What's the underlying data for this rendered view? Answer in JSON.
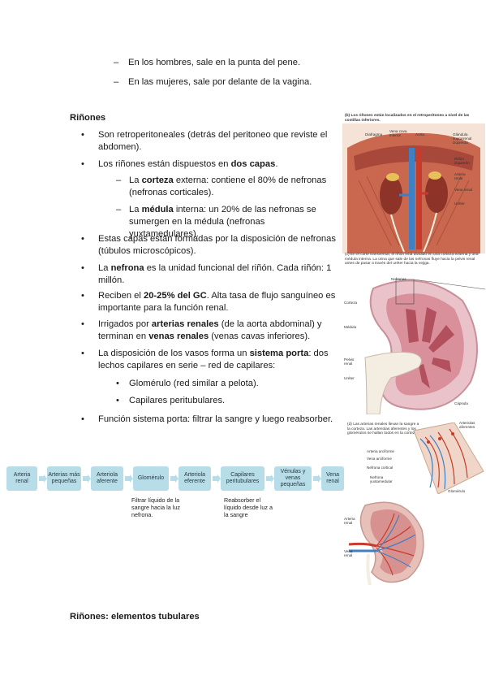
{
  "top_list": [
    "En los hombres, sale en la punta del pene.",
    "En las mujeres, sale por delante de la vagina."
  ],
  "section1_title": "Riñones",
  "b1": "Son retroperitoneales (detrás del peritoneo que reviste el abdomen).",
  "b2_pre": "Los riñones están dispuestos en ",
  "b2_bold": "dos capas",
  "b2_post": ".",
  "s1_pre": "La ",
  "s1_bold": "corteza",
  "s1_post": " externa: contiene el 80% de nefronas (nefronas corticales).",
  "s2_pre": "La ",
  "s2_bold": "médula",
  "s2_post": " interna: un 20% de las nefronas se sumergen en la médula (nefronas yuxtamedulares).",
  "b3": "Estas capas están formadas por la disposición de nefronas (túbulos microscópicos).",
  "b4_pre": "La ",
  "b4_bold": "nefrona",
  "b4_post": " es la unidad funcional del riñón. Cada riñón: 1 millón.",
  "b5_pre": "Reciben el ",
  "b5_bold": "20-25% del GC",
  "b5_post": ". Alta tasa de flujo sanguíneo es importante para la función renal.",
  "b6_pre": "Irrigados por ",
  "b6_bold1": "arterias renales",
  "b6_mid": " (de la aorta abdominal) y terminan en ",
  "b6_bold2": "venas renales",
  "b6_post": " (venas cavas inferiores).",
  "b7_pre": "La disposición de los vasos forma un ",
  "b7_bold": "sistema porta",
  "b7_post": ": dos lechos capilares en serie – red de capilares:",
  "sb1": "Glomérulo (red similar a pelota).",
  "sb2": "Capilares peritubulares.",
  "b8": "Función sistema porta: filtrar la sangre y luego reabsorber.",
  "flow": {
    "boxes": [
      "Arteria renal",
      "Arterias más pequeñas",
      "Arteriola aferente",
      "Glomérulo",
      "Arteriola eferente",
      "Capilares peritubulares",
      "Vénulas y venas pequeñas",
      "Vena renal"
    ],
    "note1": "Filtrar líquido de la sangre hacia la luz nefrona.",
    "note2": "Reabsorber el líquido desde luz a la sangre"
  },
  "section2_title": "Riñones: elementos tubulares",
  "fig_b": {
    "caption": "(b) Los riñones están localizados en el retroperitoneo a nivel de las costillas inferiores.",
    "labels": [
      "Diafragma",
      "Vena cava inferior",
      "Aorta",
      "Glándula suprarrenal izquierda",
      "Riñón izquierdo",
      "Arteria renal",
      "Vena renal",
      "Uréter"
    ]
  },
  "fig_c": {
    "caption": "(c) En el corte transversal, el riñón está dividido en una corteza externa y una médula interna. La orina que sale de las nefronas fluye hacia la pelvis renal antes de pasar a través del uréter hacia la vejiga.",
    "labels": [
      "Nefronas",
      "Corteza",
      "Médula",
      "Pelvis renal",
      "Uréter",
      "Cápsula"
    ]
  },
  "fig_d": {
    "caption": "(d) Las arterias renales llevan la sangre a la corteza. Las arteriolas aferentes y los glomérulos se hallan todos en la corteza.",
    "labels": [
      "Arteriolas aferentes",
      "Arteria arciforme",
      "Vena arciforme",
      "Nefrona cortical",
      "Nefrona yuxtamedular",
      "Glomérulo",
      "Arteria renal",
      "Vena renal"
    ]
  },
  "colors": {
    "flow_box": "#b7dde8",
    "text": "#1a1a1a"
  }
}
